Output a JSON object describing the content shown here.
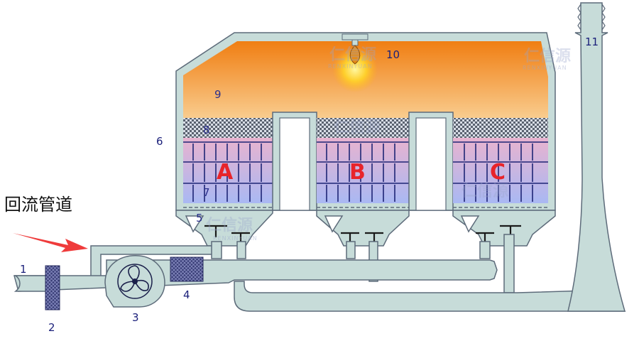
{
  "diagram": {
    "annotation": "回流管道",
    "labels": {
      "inlet": "1",
      "filter": "2",
      "fan": "3",
      "flame_arrester": "4",
      "valve": "5",
      "shell": "6",
      "ceramic_packing": "7",
      "heat_storage": "8",
      "combustion_chamber": "9",
      "burner": "10",
      "chimney": "11"
    },
    "beds": [
      "A",
      "B",
      "C"
    ],
    "watermark": {
      "text": "仁信源",
      "sub": "RENXINYUAN"
    },
    "colors": {
      "pipe": "#c7dcd9",
      "outline": "#5d6b7a",
      "chamber_top": "#f28a1e",
      "chamber_bottom": "#f9c98a",
      "bed_top": "#e8b3cf",
      "bed_bottom": "#aab8f2",
      "bed_letter": "#e8242a",
      "arrow": "#ef3b3b",
      "device": "#31356e"
    }
  }
}
